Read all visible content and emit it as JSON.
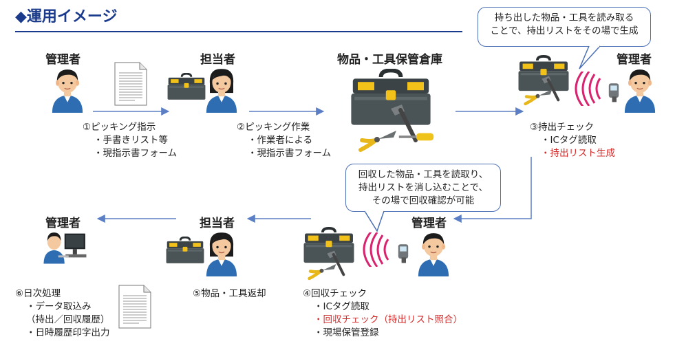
{
  "title": "◆運用イメージ",
  "roles": {
    "manager": "管理者",
    "staff": "担当者",
    "warehouse": "物品・工具保管倉庫"
  },
  "steps": {
    "s1": {
      "title": "①ピッキング指示",
      "items": [
        "・手書きリスト等",
        "・現指示書フォーム"
      ]
    },
    "s2": {
      "title": "②ピッキング作業",
      "items": [
        "・作業者による",
        "・現指示書フォーム"
      ]
    },
    "s3": {
      "title": "③持出チェック",
      "items": [
        "・ICタグ読取"
      ],
      "highlight": "・持出リスト生成"
    },
    "s4": {
      "title": "④回収チェック",
      "items": [
        "・ICタグ読取",
        "・現場保管登録"
      ],
      "highlight": "・回収チェック（持出リスト照合）"
    },
    "s5": {
      "title": "⑤物品・工具返却"
    },
    "s6": {
      "title": "⑥日次処理",
      "items": [
        "・データ取込み",
        "（持出／回収履歴）",
        "・日時履歴印字出力"
      ]
    }
  },
  "callouts": {
    "top": [
      "持ち出した物品・工具を読み取る",
      "ことで、持出リストをその場で生成"
    ],
    "mid": [
      "回収した物品・工具を読取り、",
      "持出リストを消し込むことで、",
      "その場で回収確認が可能"
    ]
  },
  "colors": {
    "accent": "#1a3a8c",
    "arrow": "#5b7ec4",
    "highlight": "#d42a2a",
    "toolbox_yellow": "#f2c21b",
    "toolbox_body": "#4a5356",
    "radio_wave": "#d6246e"
  }
}
